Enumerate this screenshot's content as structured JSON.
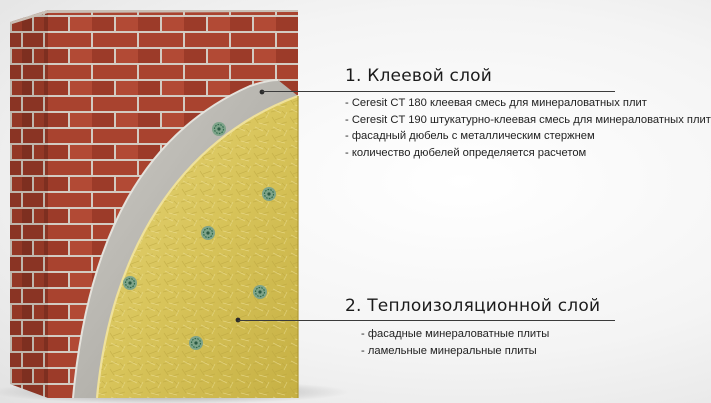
{
  "colors": {
    "brick": "#a8422f",
    "mortar": "#d7cfc6",
    "adhesive_layer": "#c3c1bb",
    "insulation": "#d9c65a",
    "dowel": "#3f7a5e",
    "text": "#1b1b1b"
  },
  "layers": [
    {
      "title": "1. Клеевой слой",
      "items": [
        "- Ceresit CT 180 клеевая смесь для минераловатных плит",
        "- Ceresit CT 190 штукатурно-клеевая смесь для минераловатных плит",
        "- фасадный дюбель с металлическим стержнем",
        "- количество дюбелей определяется расчетом"
      ]
    },
    {
      "title": "2. Теплоизоляционной слой",
      "items": [
        "- фасадные минераловатные плиты",
        "- ламельные минеральные плиты"
      ]
    }
  ]
}
